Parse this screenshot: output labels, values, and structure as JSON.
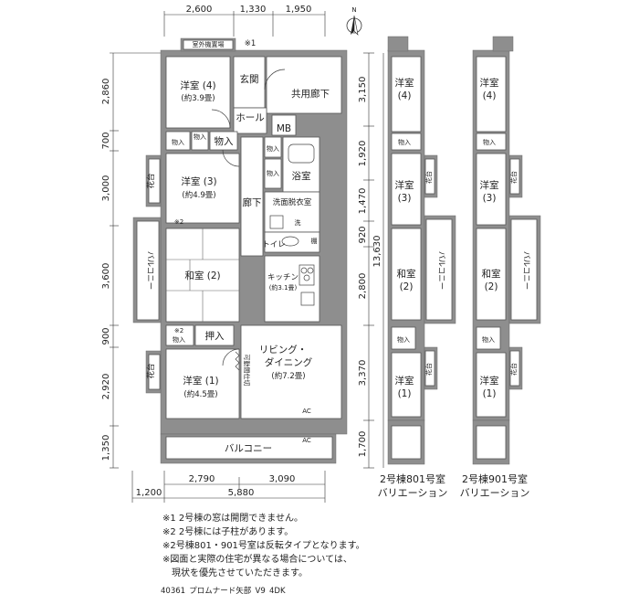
{
  "compass": {
    "north_label": "N"
  },
  "dimensions": {
    "top": [
      "2,600",
      "1,330",
      "1,950"
    ],
    "left": [
      "2,860",
      "700",
      "3,000",
      "3,600",
      "900",
      "2,920",
      "1,350"
    ],
    "right": [
      "3,150",
      "1,920",
      "1,470",
      "920",
      "2,800",
      "3,370",
      "1,700"
    ],
    "total_height": "13,630",
    "bottom_parts": [
      "2,790",
      "3,090"
    ],
    "bottom_total": "5,880",
    "bottom_offset": "1,200"
  },
  "rooms": {
    "youshitsu4": {
      "name": "洋室 (4)",
      "size": "(約3.9畳)"
    },
    "genkan": "玄関",
    "hall": "ホール",
    "kyoyo_roka": "共用廊下",
    "mb": "MB",
    "outdoor_unit": "室外機置場",
    "note_mark_1": "※1",
    "closet": "物入",
    "youshitsu3": {
      "name": "洋室 (3)",
      "size": "(約4.9畳)"
    },
    "hanadai": "花台",
    "bath": "浴室",
    "corridor": "廊下",
    "senmen": "洗面脱衣室",
    "sen": "洗",
    "toilet": "トイレ",
    "tana": "棚",
    "note_mark_2": "※2",
    "washitsu2": "和室 (2)",
    "balcony_side": "バルコニー",
    "kitchen": {
      "name": "キッチン",
      "size": "(約3.1畳)"
    },
    "oshiire": "押入",
    "living": {
      "line1": "リビング・",
      "line2": "ダイニング",
      "size": "(約7.2畳)"
    },
    "kadou": "可動間仕切",
    "youshitsu1": {
      "name": "洋室 (1)",
      "size": "(約4.5畳)"
    },
    "balcony": "バルコニー",
    "ac": "AC"
  },
  "variations": [
    {
      "caption_1": "2号棟801号室",
      "caption_2": "バリエーション",
      "r4": "洋室",
      "r4n": "(4)",
      "closet": "物入",
      "r3": "洋室",
      "r3n": "(3)",
      "hanadai": "花台",
      "wa": "和室",
      "wan": "(2)",
      "balcony": "バルコニー",
      "r1": "洋室",
      "r1n": "(1)"
    },
    {
      "caption_1": "2号棟901号室",
      "caption_2": "バリエーション",
      "r4": "洋室",
      "r4n": "(4)",
      "closet": "物入",
      "r3": "洋室",
      "r3n": "(3)",
      "hanadai": "花台",
      "wa": "和室",
      "wan": "(2)",
      "balcony": "バルコニー",
      "r1": "洋室",
      "r1n": "(1)"
    }
  ],
  "notes": [
    "※1 2号棟の窓は開閉できません。",
    "※2 2号棟には子柱があります。",
    "※2号棟801・901号室は反転タイプとなります。",
    "※図面と実際の住宅が異なる場合については、",
    "　現状を優先させていただきます。"
  ],
  "footer_code": "40361_プロムナード矢部_V9_4DK"
}
